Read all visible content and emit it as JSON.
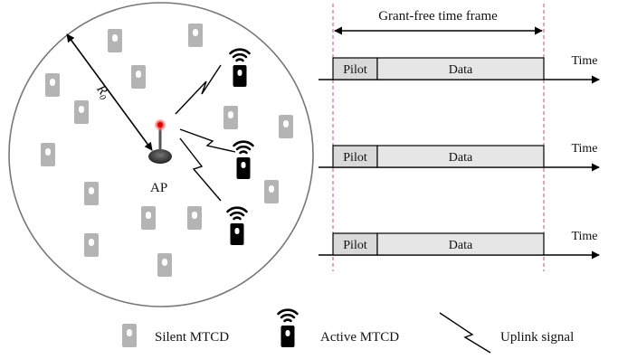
{
  "figure": {
    "radius_label": "R",
    "radius_label_sub": "0",
    "ap_label": "AP",
    "frame_label": "Grant-free time frame",
    "timelines": [
      {
        "pilot": "Pilot",
        "data": "Data",
        "time": "Time"
      },
      {
        "pilot": "Pilot",
        "data": "Data",
        "time": "Time"
      },
      {
        "pilot": "Pilot",
        "data": "Data",
        "time": "Time"
      }
    ]
  },
  "legend": {
    "silent": "Silent MTCD",
    "active": "Active MTCD",
    "uplink": "Uplink signal"
  },
  "colors": {
    "silent_device": "#b4b4b4",
    "active_device": "#000000",
    "pilot_fill": "#d9d9d9",
    "data_fill": "#e6e6e6",
    "frame_guides": "#c0508a",
    "ap_light": "#ff3333"
  },
  "icons": {
    "silent": "silent-mtcd-icon",
    "active": "active-mtcd-icon",
    "uplink": "lightning-bolt-icon",
    "ap": "access-point-icon"
  }
}
